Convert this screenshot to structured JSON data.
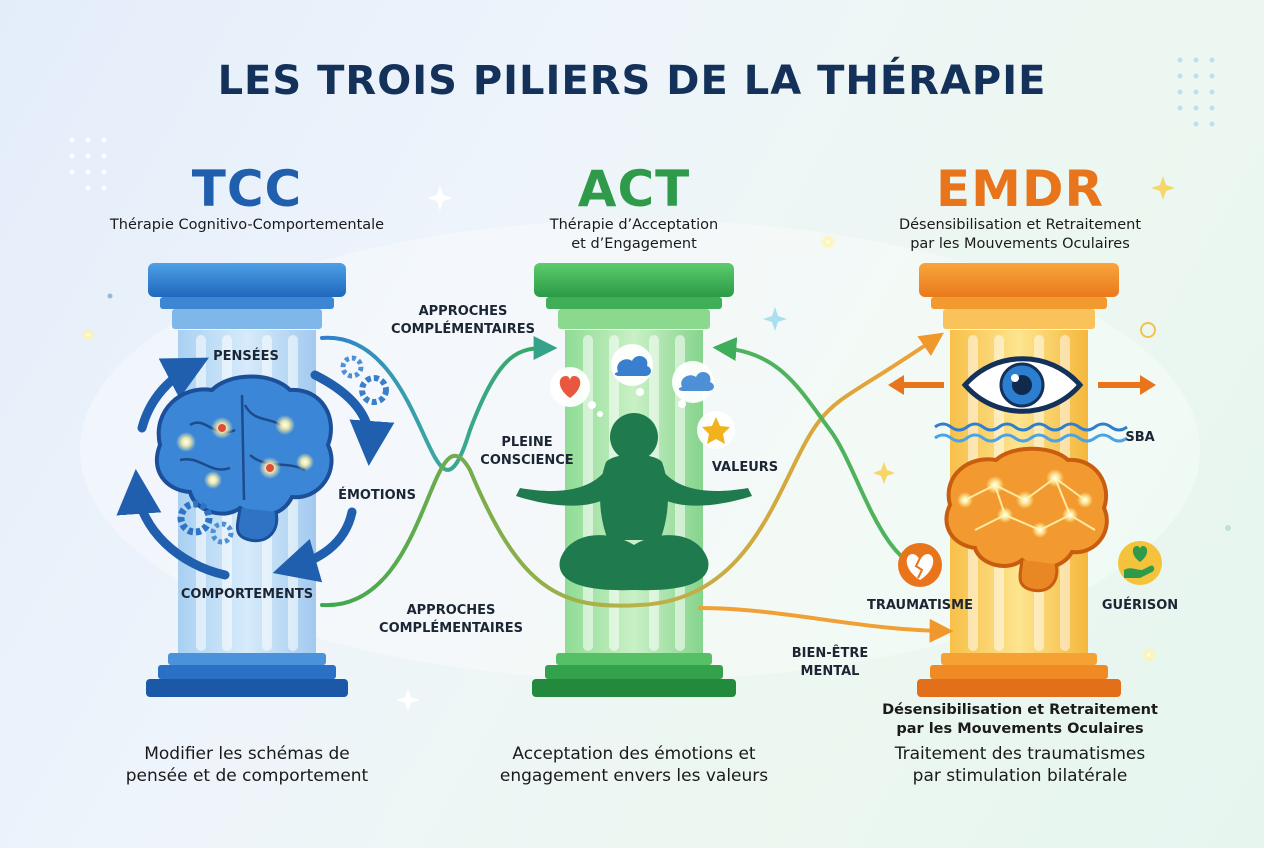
{
  "title": "LES TROIS PILIERS DE LA THÉRAPIE",
  "colors": {
    "tcc": "#1f5fae",
    "act": "#2f9a4a",
    "emdr": "#e8751c",
    "title": "#14315a"
  },
  "pillars": {
    "tcc": {
      "name": "TCC",
      "subtitle": "Thérapie Cognitivo-Comportementale",
      "labels": {
        "thoughts": "PENSÉES",
        "emotions": "ÉMOTIONS",
        "behaviors": "COMPORTEMENTS"
      },
      "description": "Modifier les schémas de\npensée et de comportement",
      "icons": [
        "brain-icon",
        "gear-icon",
        "cycle-arrows-icon"
      ]
    },
    "act": {
      "name": "ACT",
      "subtitle": "Thérapie d’Acceptation\net d’Engagement",
      "labels": {
        "mindfulness": "PLEINE\nCONSCIENCE",
        "values": "VALEURS"
      },
      "description": "Acceptation des émotions et\nengagement envers les valeurs",
      "icons": [
        "meditation-icon",
        "heart-icon",
        "cloud-icon",
        "star-icon"
      ]
    },
    "emdr": {
      "name": "EMDR",
      "subtitle": "Désensibilisation et Retraitement\npar les Mouvements Oculaires",
      "subtitle_bottom": "Désensibilisation et Retraitement\npar les Mouvements Oculaires",
      "labels": {
        "sba": "SBA",
        "trauma": "TRAUMATISME",
        "healing": "GUÉRISON"
      },
      "description": "Traitement des traumatismes\npar stimulation bilatérale",
      "icons": [
        "eye-icon",
        "brain-icon",
        "broken-heart-icon",
        "healing-hand-icon"
      ]
    }
  },
  "connectors": {
    "top": "APPROCHES\nCOMPLÉMENTAIRES",
    "bottom": "APPROCHES\nCOMPLÉMENTAIRES",
    "wellbeing": "BIEN-ÊTRE\nMENTAL"
  }
}
